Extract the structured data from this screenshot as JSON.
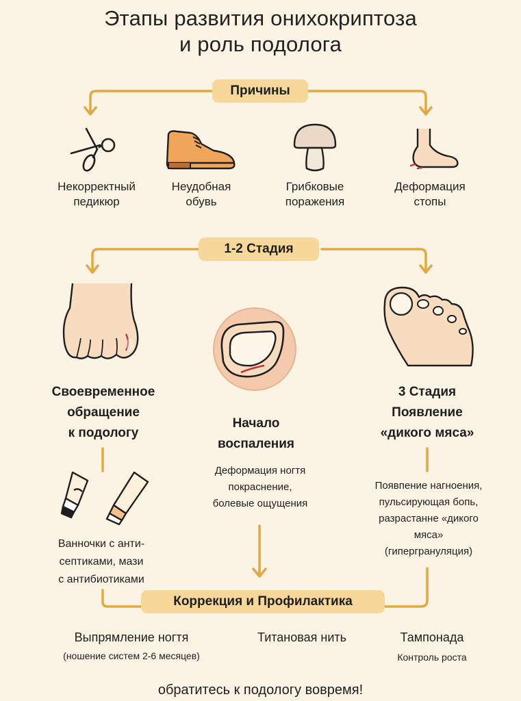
{
  "title": {
    "line1": "Этапы развития онихокриптоза",
    "line2": "и роль подолога"
  },
  "causes": {
    "header": "Причины",
    "items": [
      {
        "icon": "scissors-icon",
        "line1": "Некорректный",
        "line2": "педикюр"
      },
      {
        "icon": "shoe-icon",
        "line1": "Неудобная",
        "line2": "обувь"
      },
      {
        "icon": "mushroom-icon",
        "line1": "Грибковые",
        "line2": "поражения"
      },
      {
        "icon": "foot-icon",
        "line1": "Деформация",
        "line2": "стопы"
      }
    ]
  },
  "stage12": {
    "header": "1-2 Стадия",
    "left": {
      "line1": "Своевременное",
      "line2": "обращение",
      "line3": "к подологу",
      "treat1": "Ванночки с анти-",
      "treat2": "септиками, мази",
      "treat3": "с антибиотиками"
    },
    "middle": {
      "line1": "Начало",
      "line2": "воспаления",
      "desc1": "Деформация ногтя",
      "desc2": "покраснение,",
      "desc3": "болевые ощущения"
    }
  },
  "stage3": {
    "line1": "3 Стадия",
    "line2": "Появление",
    "line3": "«дикого мяса»",
    "desc1": "Появпение нагноения,",
    "desc2": "пульсирующая бопь,",
    "desc3": "разрастанне «дикого",
    "desc4": "мяса»",
    "desc5": "(гипергрануляция)"
  },
  "correction": {
    "header": "Коррекция и Профилактика",
    "items": [
      {
        "title": "Выпрямление ногтя",
        "sub": "(ношение систем 2-6 месяцев)"
      },
      {
        "title": "Титановая нить",
        "sub": ""
      },
      {
        "title": "Тампонада",
        "sub": "Контроль роста"
      }
    ]
  },
  "footer": "обратитесь к подологу вовремя!",
  "colors": {
    "background": "#fbf4e5",
    "pill": "#f7d79a",
    "arrow": "#e2a843",
    "skin": "#f7dcc0",
    "redness": "#c2323a"
  }
}
